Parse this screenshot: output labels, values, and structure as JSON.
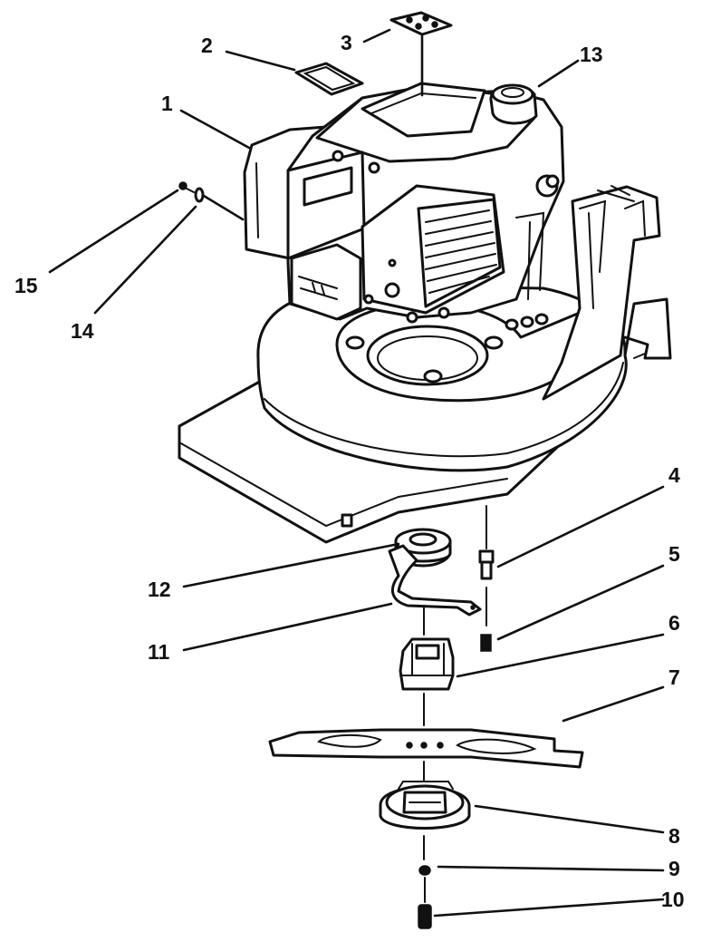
{
  "diagram": {
    "callouts": [
      {
        "id": "c1",
        "label": "1"
      },
      {
        "id": "c2",
        "label": "2"
      },
      {
        "id": "c3",
        "label": "3"
      },
      {
        "id": "c4",
        "label": "4"
      },
      {
        "id": "c5",
        "label": "5"
      },
      {
        "id": "c6",
        "label": "6"
      },
      {
        "id": "c7",
        "label": "7"
      },
      {
        "id": "c8",
        "label": "8"
      },
      {
        "id": "c9",
        "label": "9"
      },
      {
        "id": "c10",
        "label": "10"
      },
      {
        "id": "c11",
        "label": "11"
      },
      {
        "id": "c12",
        "label": "12"
      },
      {
        "id": "c13",
        "label": "13"
      },
      {
        "id": "c14",
        "label": "14"
      },
      {
        "id": "c15",
        "label": "15"
      }
    ]
  },
  "colors": {
    "ink": "#111111",
    "paper": "#ffffff"
  }
}
